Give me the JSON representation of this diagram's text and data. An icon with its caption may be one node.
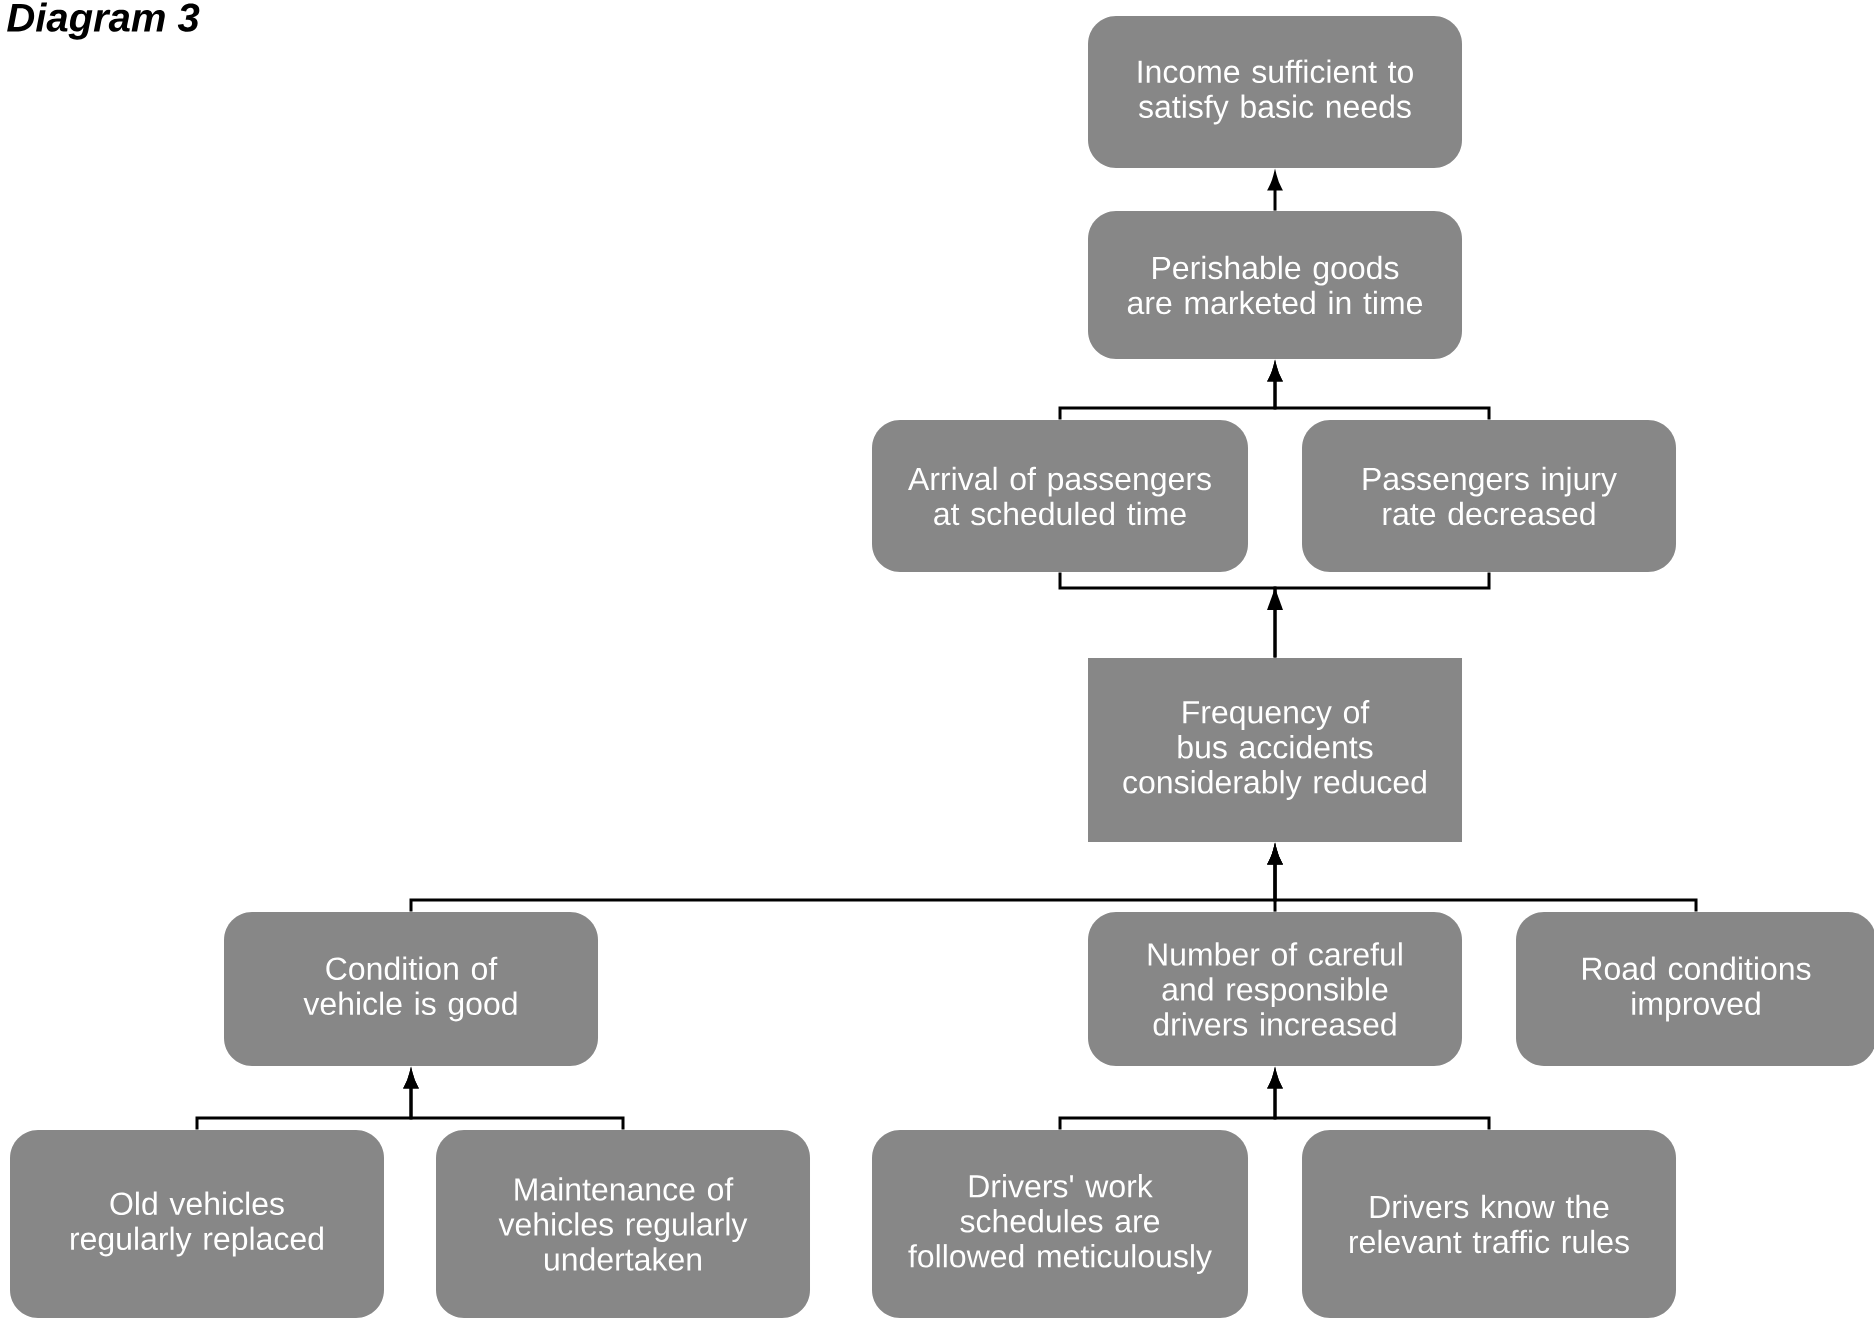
{
  "diagram": {
    "title": "Diagram 3",
    "nodes": [
      {
        "text": [
          "Income sufficient to satisfy basic needs"
        ]
      },
      {
        "text": [
          "Perishable goods are marketed in time"
        ]
      },
      {
        "text": [
          "Arrival of passengers  at scheduled time"
        ]
      },
      {
        "text": [
          "Passengers injury rate decreased"
        ]
      },
      {
        "text": [
          "Frequency of bus accidents considerably reduced"
        ]
      },
      {
        "text": [
          "Condition of vehicle is good"
        ]
      },
      {
        "text": [
          "Number of careful and responsible drivers increased"
        ]
      },
      {
        "text": [
          "Road conditions improved"
        ]
      },
      {
        "text": [
          "Old vehicles regularly replaced"
        ]
      },
      {
        "text": [
          "Maintenance of vehicles regularly undertaken"
        ]
      },
      {
        "text": [
          "Drivers' work schedules are followed meticulously"
        ]
      },
      {
        "text": [
          "Drivers know the relevant traffic rules"
        ]
      }
    ],
    "edges": [
      {
        "from": 1,
        "to": 0,
        "arrow": "to"
      },
      {
        "from": 2,
        "to": 1,
        "arrow": "to"
      },
      {
        "from": 3,
        "to": 1,
        "arrow": "to"
      },
      {
        "from": 4,
        "to": 2,
        "arrow": "to"
      },
      {
        "from": 4,
        "to": 3,
        "arrow": "to"
      },
      {
        "from": 5,
        "to": 4,
        "arrow": "to"
      },
      {
        "from": 6,
        "to": 4,
        "arrow": "to"
      },
      {
        "from": 7,
        "to": 4,
        "arrow": "to"
      },
      {
        "from": 8,
        "to": 5,
        "arrow": "to"
      },
      {
        "from": 9,
        "to": 5,
        "arrow": "to"
      },
      {
        "from": 10,
        "to": 6,
        "arrow": "to"
      },
      {
        "from": 11,
        "to": 6,
        "arrow": "to"
      }
    ]
  }
}
